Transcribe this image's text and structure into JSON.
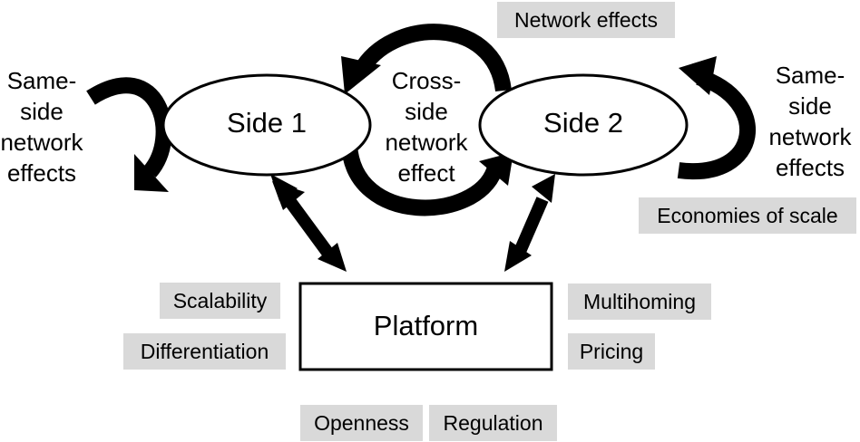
{
  "nodes": {
    "side1": "Side 1",
    "side2": "Side 2",
    "platform": "Platform"
  },
  "labels": {
    "same_side_left": [
      "Same-",
      "side",
      "network",
      "effects"
    ],
    "same_side_right": [
      "Same-",
      "side",
      "network",
      "effects"
    ],
    "cross_side": [
      "Cross-",
      "side",
      "network",
      "effect"
    ]
  },
  "tags": {
    "network_effects": "Network effects",
    "economies_of_scale": "Economies of scale",
    "scalability": "Scalability",
    "differentiation": "Differentiation",
    "multihoming": "Multihoming",
    "pricing": "Pricing",
    "openness": "Openness",
    "regulation": "Regulation"
  }
}
